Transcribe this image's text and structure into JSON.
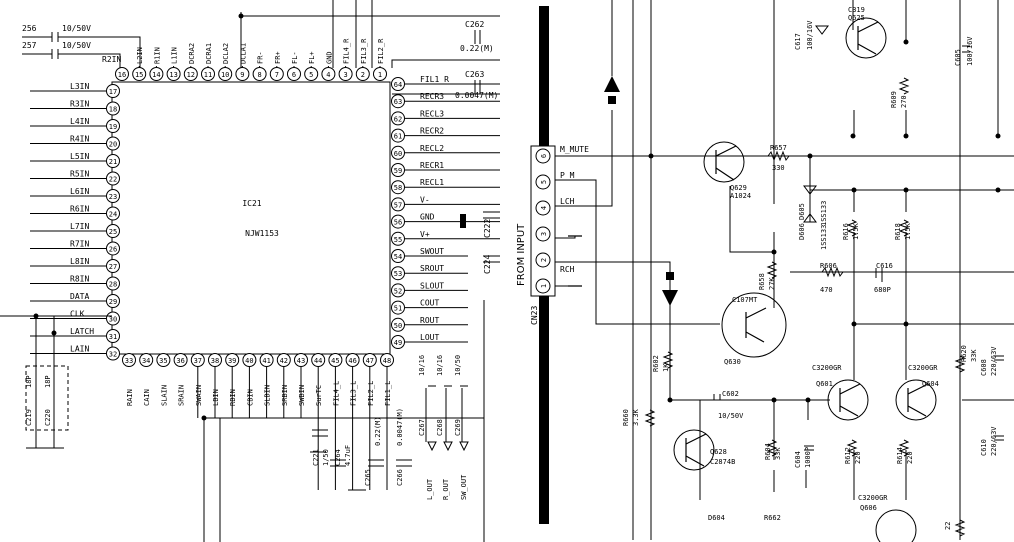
{
  "ic21": {
    "ref": "IC21",
    "part": "NJW1153",
    "top_left": [
      "256",
      "257",
      "10/50V",
      "10/50V",
      "R2IN"
    ],
    "caps": [
      "C262",
      "0.22(M)",
      "C263",
      "0.0047(M)"
    ],
    "c222": "C222",
    "c224": "C224",
    "bottom_left": [
      "18P",
      "18P",
      "C219",
      "C220"
    ],
    "bottom_caps": [
      "C221",
      "1/50",
      "C264",
      "4.7uF",
      "C265",
      "0.22(M)",
      "C266",
      "0.0047(M)",
      "10/16",
      "10/16",
      "10/50",
      "C267",
      "C268",
      "C269"
    ],
    "outputs": [
      "L_OUT",
      "R_OUT",
      "SW_OUT"
    ],
    "top_pins": [
      {
        "n": "16",
        "label": ""
      },
      {
        "n": "15",
        "label": "L2IN"
      },
      {
        "n": "14",
        "label": "R1IN"
      },
      {
        "n": "13",
        "label": "L1IN"
      },
      {
        "n": "12",
        "label": "DCRA2"
      },
      {
        "n": "11",
        "label": "DCRA1"
      },
      {
        "n": "10",
        "label": "DCLA2"
      },
      {
        "n": "9",
        "label": "DCLA1"
      },
      {
        "n": "8",
        "label": "FR-"
      },
      {
        "n": "7",
        "label": "FR+"
      },
      {
        "n": "6",
        "label": "FL-"
      },
      {
        "n": "5",
        "label": "FL+"
      },
      {
        "n": "4",
        "label": "GND"
      },
      {
        "n": "3",
        "label": "FIL4_R"
      },
      {
        "n": "2",
        "label": "FIL3_R"
      },
      {
        "n": "1",
        "label": "FIL2_R"
      }
    ],
    "left_pins": [
      {
        "n": "17",
        "label": "L3IN"
      },
      {
        "n": "18",
        "label": "R3IN"
      },
      {
        "n": "19",
        "label": "L4IN"
      },
      {
        "n": "20",
        "label": "R4IN"
      },
      {
        "n": "21",
        "label": "L5IN"
      },
      {
        "n": "22",
        "label": "R5IN"
      },
      {
        "n": "23",
        "label": "L6IN"
      },
      {
        "n": "24",
        "label": "R6IN"
      },
      {
        "n": "25",
        "label": "L7IN"
      },
      {
        "n": "26",
        "label": "R7IN"
      },
      {
        "n": "27",
        "label": "L8IN"
      },
      {
        "n": "28",
        "label": "R8IN"
      },
      {
        "n": "29",
        "label": "DATA"
      },
      {
        "n": "30",
        "label": "CLK"
      },
      {
        "n": "31",
        "label": "LATCH"
      },
      {
        "n": "32",
        "label": "LAIN"
      }
    ],
    "bottom_pins": [
      {
        "n": "33",
        "label": "RAIN"
      },
      {
        "n": "34",
        "label": "CAIN"
      },
      {
        "n": "35",
        "label": "SLAIN"
      },
      {
        "n": "36",
        "label": "SRAIN"
      },
      {
        "n": "37",
        "label": "SWAIN"
      },
      {
        "n": "38",
        "label": "LBIN"
      },
      {
        "n": "39",
        "label": "RBIN"
      },
      {
        "n": "40",
        "label": "CBIN"
      },
      {
        "n": "41",
        "label": "SLBIN"
      },
      {
        "n": "42",
        "label": "SRBIN"
      },
      {
        "n": "43",
        "label": "SWBIN"
      },
      {
        "n": "44",
        "label": "SurTC"
      },
      {
        "n": "45",
        "label": "FIL4_L"
      },
      {
        "n": "46",
        "label": "FIL3_L"
      },
      {
        "n": "47",
        "label": "FIL2_L"
      },
      {
        "n": "48",
        "label": "FIL1_L"
      }
    ],
    "right_pins": [
      {
        "n": "64",
        "label": "FIL1_R"
      },
      {
        "n": "63",
        "label": "RECR3"
      },
      {
        "n": "62",
        "label": "RECL3"
      },
      {
        "n": "61",
        "label": "RECR2"
      },
      {
        "n": "60",
        "label": "RECL2"
      },
      {
        "n": "59",
        "label": "RECR1"
      },
      {
        "n": "58",
        "label": "RECL1"
      },
      {
        "n": "57",
        "label": "V-"
      },
      {
        "n": "56",
        "label": "GND"
      },
      {
        "n": "55",
        "label": "V+"
      },
      {
        "n": "54",
        "label": "SWOUT"
      },
      {
        "n": "53",
        "label": "SROUT"
      },
      {
        "n": "52",
        "label": "SLOUT"
      },
      {
        "n": "51",
        "label": "COUT"
      },
      {
        "n": "50",
        "label": "ROUT"
      },
      {
        "n": "49",
        "label": "LOUT"
      }
    ]
  },
  "cn23": {
    "title": "FROM INPUT",
    "ref": "CN23",
    "pins": [
      "6",
      "5",
      "4",
      "3",
      "2",
      "1"
    ],
    "nets": [
      "M_MUTE",
      "P_M",
      "LCH",
      "RCH"
    ]
  },
  "amp": {
    "labels": [
      {
        "t": "C617",
        "rot": true
      },
      {
        "t": "100/16V",
        "rot": true
      },
      {
        "t": "C319",
        "rot": false
      },
      {
        "t": "Q625",
        "rot": false
      },
      {
        "t": "C605",
        "rot": true
      },
      {
        "t": "100/16V",
        "rot": true
      },
      {
        "t": "R609",
        "rot": true
      },
      {
        "t": "270",
        "rot": true
      },
      {
        "t": "R657",
        "rot": false
      },
      {
        "t": "330",
        "rot": false
      },
      {
        "t": "Q629",
        "rot": false
      },
      {
        "t": "A1024",
        "rot": false
      },
      {
        "t": "D605",
        "rot": true
      },
      {
        "t": "1SS133",
        "rot": true
      },
      {
        "t": "D606",
        "rot": true
      },
      {
        "t": "1SS133",
        "rot": true
      },
      {
        "t": "R616",
        "rot": true
      },
      {
        "t": "1.5K",
        "rot": true
      },
      {
        "t": "R618",
        "rot": true
      },
      {
        "t": "1.5K",
        "rot": true
      },
      {
        "t": "R658",
        "rot": true
      },
      {
        "t": "27K",
        "rot": true
      },
      {
        "t": "R606",
        "rot": false
      },
      {
        "t": "470",
        "rot": false
      },
      {
        "t": "C616",
        "rot": false
      },
      {
        "t": "680P",
        "rot": false
      },
      {
        "t": "C107MT",
        "rot": false
      },
      {
        "t": "Q630",
        "rot": false
      },
      {
        "t": "R602",
        "rot": true
      },
      {
        "t": "1K",
        "rot": true
      },
      {
        "t": "C3200GR",
        "rot": false
      },
      {
        "t": "Q601",
        "rot": false
      },
      {
        "t": "C3200GR",
        "rot": false
      },
      {
        "t": "Q604",
        "rot": false
      },
      {
        "t": "C602",
        "rot": false
      },
      {
        "t": "10/50V",
        "rot": false
      },
      {
        "t": "R660",
        "rot": true
      },
      {
        "t": "3.3K",
        "rot": true
      },
      {
        "t": "Q628",
        "rot": false
      },
      {
        "t": "C2874B",
        "rot": false
      },
      {
        "t": "R604",
        "rot": true
      },
      {
        "t": "33K",
        "rot": true
      },
      {
        "t": "C604",
        "rot": true
      },
      {
        "t": "1000P",
        "rot": true
      },
      {
        "t": "R612",
        "rot": true
      },
      {
        "t": "220",
        "rot": true
      },
      {
        "t": "R614",
        "rot": true
      },
      {
        "t": "220",
        "rot": true
      },
      {
        "t": "R620",
        "rot": true
      },
      {
        "t": "33K",
        "rot": true
      },
      {
        "t": "C608",
        "rot": true
      },
      {
        "t": "220/63V",
        "rot": true
      },
      {
        "t": "C610",
        "rot": true
      },
      {
        "t": "220/63V",
        "rot": true
      },
      {
        "t": "C3200GR",
        "rot": false
      },
      {
        "t": "Q606",
        "rot": false
      },
      {
        "t": "D604",
        "rot": false
      },
      {
        "t": "R662",
        "rot": false
      },
      {
        "t": "22",
        "rot": true
      }
    ]
  }
}
